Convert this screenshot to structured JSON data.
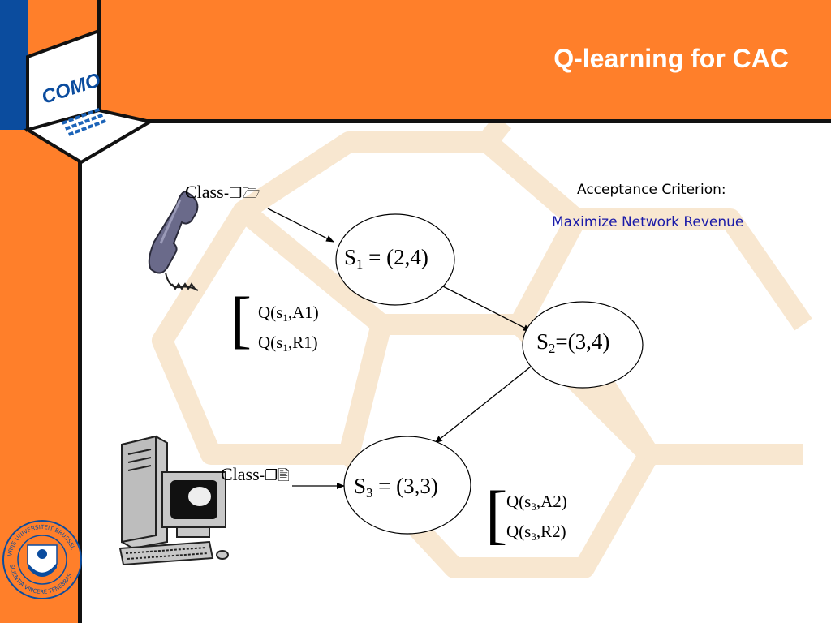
{
  "slide": {
    "title": "Q-learning for CAC",
    "logo_text": "COMO",
    "seal": {
      "top_text": "VRIJE UNIVERSITEIT BRUSSEL",
      "bottom_text": "SCIENTIA VINCERE TENEBRAS"
    }
  },
  "acceptance": {
    "title": "Acceptance Criterion:",
    "subtitle": "Maximize Network Revenue"
  },
  "class1": {
    "label": "Class",
    "icons": [
      "-❐",
      "🗁"
    ]
  },
  "class2": {
    "label": "Class",
    "icons": [
      "-❐",
      "🖹"
    ]
  },
  "states": {
    "s1": {
      "main": "S",
      "sub": "1",
      "rest": " = (2,4)"
    },
    "s2": {
      "main": "S",
      "sub": "2",
      "rest": "=(3,4)"
    },
    "s3": {
      "main": "S",
      "sub": "3",
      "rest": " = (3,3)"
    }
  },
  "q_s1": [
    {
      "pre": "Q(s",
      "sub": "1",
      "post": ",A1)"
    },
    {
      "pre": "Q(s",
      "sub": "1",
      "post": ",R1)"
    }
  ],
  "q_s3": [
    {
      "pre": "Q(s",
      "sub": "3",
      "post": ",A2)"
    },
    {
      "pre": "Q(s",
      "sub": "3",
      "post": ",R2)"
    }
  ],
  "colors": {
    "orange": "#FF7F2A",
    "blue": "#0B4C9E",
    "accent_text": "#1a1aa8",
    "hex_bg": "#F8E7D0"
  }
}
